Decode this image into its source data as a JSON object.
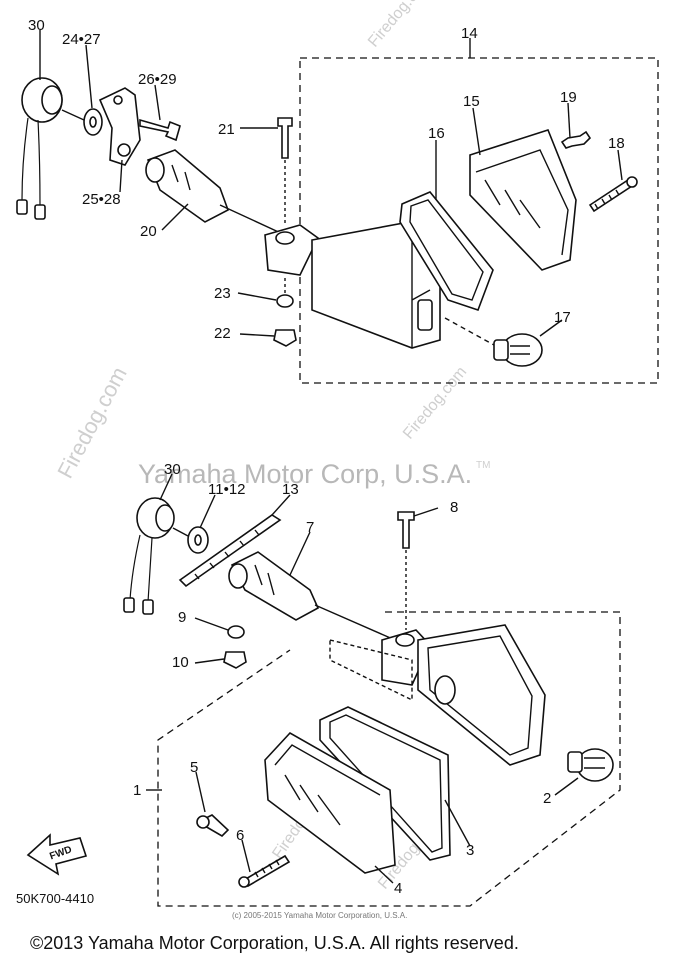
{
  "watermarks": {
    "site": "Firedog.com",
    "copyright": "Yamaha Motor Corp, U.S.A.",
    "trademark": "TM"
  },
  "callouts": {
    "c30_top": "30",
    "c24_27": "24•27",
    "c26_29": "26•29",
    "c25_28": "25•28",
    "c21": "21",
    "c20": "20",
    "c14": "14",
    "c15": "15",
    "c16": "16",
    "c19": "19",
    "c18": "18",
    "c17": "17",
    "c23": "23",
    "c22": "22",
    "c30_bottom": "30",
    "c11_12": "11•12",
    "c13": "13",
    "c7": "7",
    "c8": "8",
    "c9": "9",
    "c10": "10",
    "c1": "1",
    "c2": "2",
    "c3": "3",
    "c4": "4",
    "c5": "5",
    "c6": "6"
  },
  "fwd_label": "FWD",
  "part_code": "50K700-4410",
  "fine_print": "(c) 2005-2015 Yamaha Motor Corporation, U.S.A.",
  "footer": "©2013 Yamaha Motor Corporation, U.S.A. All rights reserved."
}
